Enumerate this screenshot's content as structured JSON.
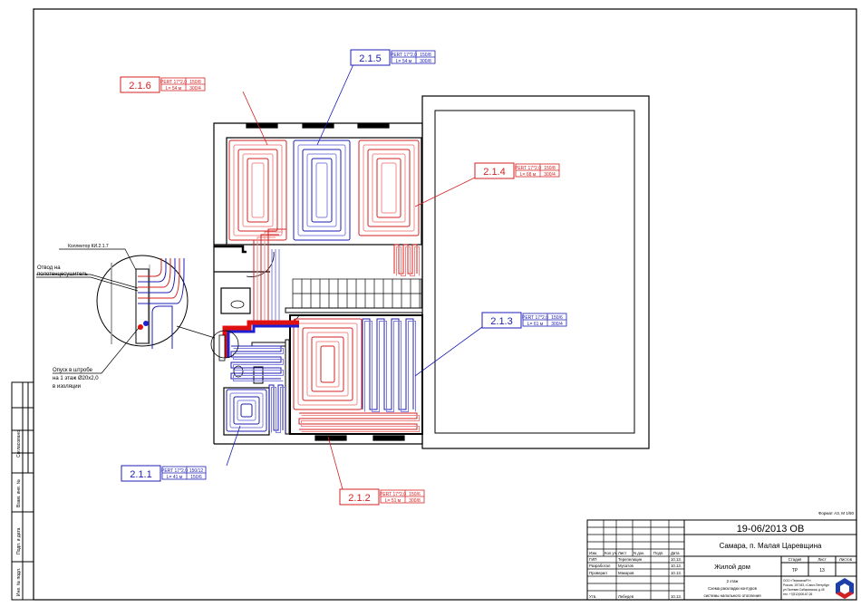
{
  "colors": {
    "red": "#d42020",
    "red_light": "#f08a8a",
    "blue": "#1c1cb4",
    "blue_light": "#7f7fe0",
    "line": "#000000"
  },
  "loops": [
    {
      "id": "2.1.6",
      "pipe": "PERT 17*2,0",
      "length": "L= 54 м",
      "spec1": "150/8",
      "spec2": "300/4",
      "color": "red"
    },
    {
      "id": "2.1.5",
      "pipe": "PERT 17*2,0",
      "length": "L= 54 м",
      "spec1": "150/8",
      "spec2": "300/8",
      "color": "blue"
    },
    {
      "id": "2.1.4",
      "pipe": "PERT 17*2,0",
      "length": "L= 68 м",
      "spec1": "150/8",
      "spec2": "300/4",
      "color": "red"
    },
    {
      "id": "2.1.3",
      "pipe": "PERT 17*2,0",
      "length": "L= 61 м",
      "spec1": "150/6",
      "spec2": "300/4",
      "color": "blue"
    },
    {
      "id": "2.1.1",
      "pipe": "PERT 17*2,0",
      "length": "L= 41 м",
      "spec1": "150/12",
      "spec2": "150/6",
      "color": "blue"
    },
    {
      "id": "2.1.2",
      "pipe": "PERT 17*2,0",
      "length": "L= 51 м",
      "spec1": "150/6",
      "spec2": "300/8",
      "color": "red"
    }
  ],
  "callouts": {
    "collector": "Коллектор КИ.2.1.7",
    "towel_1": "Отвод на",
    "towel_2": "полотенцесушитель",
    "riser_1": "Опуск в штробе",
    "riser_2": "на 1 этаж Ø20х2,0",
    "riser_3": "в изоляции"
  },
  "side_stamp": [
    "Согласовано",
    "Взам. инв. №",
    "Подп. и дата",
    "Инв. № подл."
  ],
  "format_note": "Формат А3, М 1/50",
  "title_block": {
    "code": "19-06/2013 OB",
    "location": "Самара, п. Малая Царевщина",
    "object": "Жилой дом",
    "sheet_title": [
      "2 этаж",
      "Схема раскладки контуров",
      "системы напольного отопления"
    ],
    "col_headers": [
      "Изм.",
      "Кол.уч.",
      "Лист",
      "N док.",
      "Подп.",
      "Дата"
    ],
    "people": [
      {
        "role": "ГИП",
        "name": "Терепелицин",
        "date": "10.13."
      },
      {
        "role": "Разработал",
        "name": "Мусатов",
        "date": "10.13."
      },
      {
        "role": "Проверил",
        "name": "Макаров",
        "date": "10.13."
      },
      {
        "role": "Утв.",
        "name": "Лебедев",
        "date": "10.13."
      }
    ],
    "stage_label": "Стадия",
    "sheet_label": "Лист",
    "sheets_label": "Листов",
    "stage": "ТР",
    "sheet": "13",
    "sheets": "",
    "company": [
      "ООО «ТермоинжРУ»",
      "Россия, 197183, г.Санкт-Петербург",
      "ул.Полевая Сабировская, д.45",
      "тел. +7(812)000-87-26"
    ]
  }
}
